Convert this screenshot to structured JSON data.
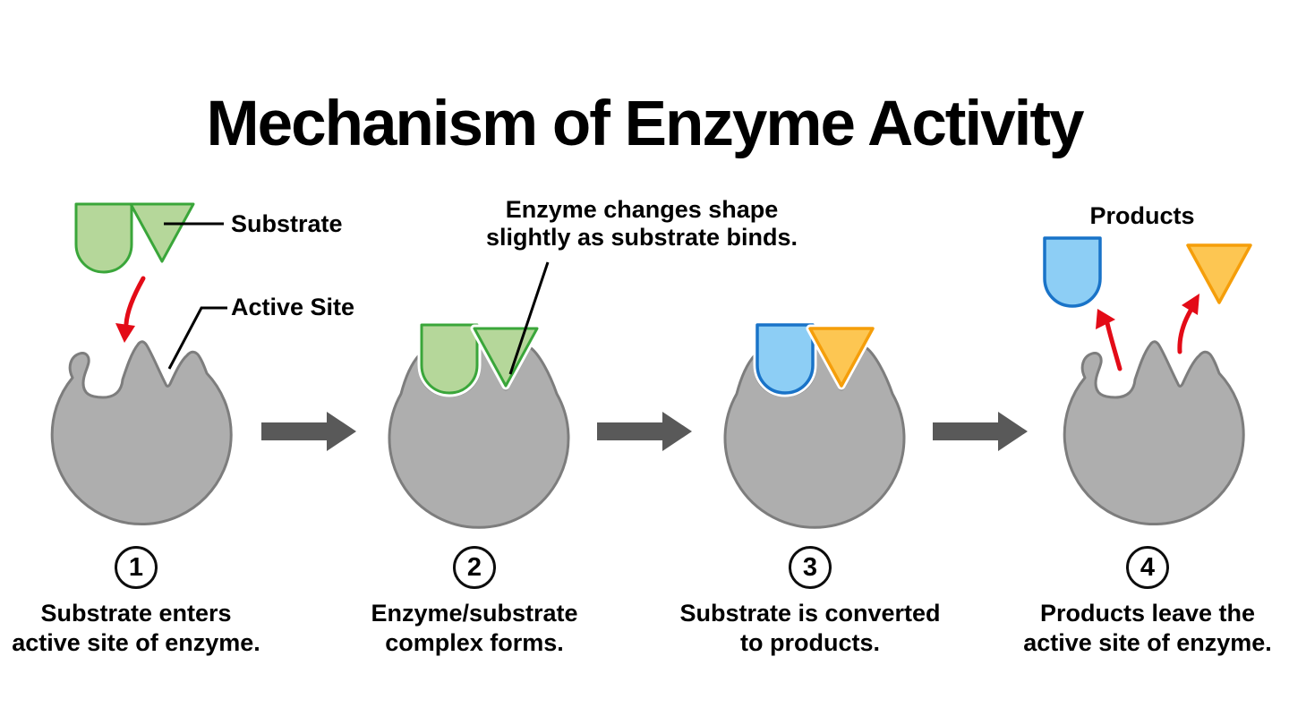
{
  "title": "Mechanism of Enzyme Activity",
  "labels": {
    "substrate": "Substrate",
    "active_site": "Active Site",
    "note_line1": "Enzyme changes shape",
    "note_line2": "slightly as substrate binds.",
    "products": "Products"
  },
  "steps": [
    {
      "number": "1",
      "caption_line1": "Substrate enters",
      "caption_line2": "active site of enzyme."
    },
    {
      "number": "2",
      "caption_line1": "Enzyme/substrate",
      "caption_line2": "complex forms."
    },
    {
      "number": "3",
      "caption_line1": "Substrate is converted",
      "caption_line2": "to products."
    },
    {
      "number": "4",
      "caption_line1": "Products leave the",
      "caption_line2": "active site of enzyme."
    }
  ],
  "colors": {
    "background": "#ffffff",
    "text": "#000000",
    "enzyme_fill": "#aeaeae",
    "enzyme_stroke": "#7d7d7d",
    "substrate_fill": "#b5d79a",
    "substrate_stroke": "#3aa63a",
    "product_square_fill": "#8dcef5",
    "product_square_stroke": "#1973c8",
    "product_triangle_fill": "#fdc652",
    "product_triangle_stroke": "#f59e0a",
    "step_arrow": "#595959",
    "motion_arrow": "#e30b17"
  }
}
